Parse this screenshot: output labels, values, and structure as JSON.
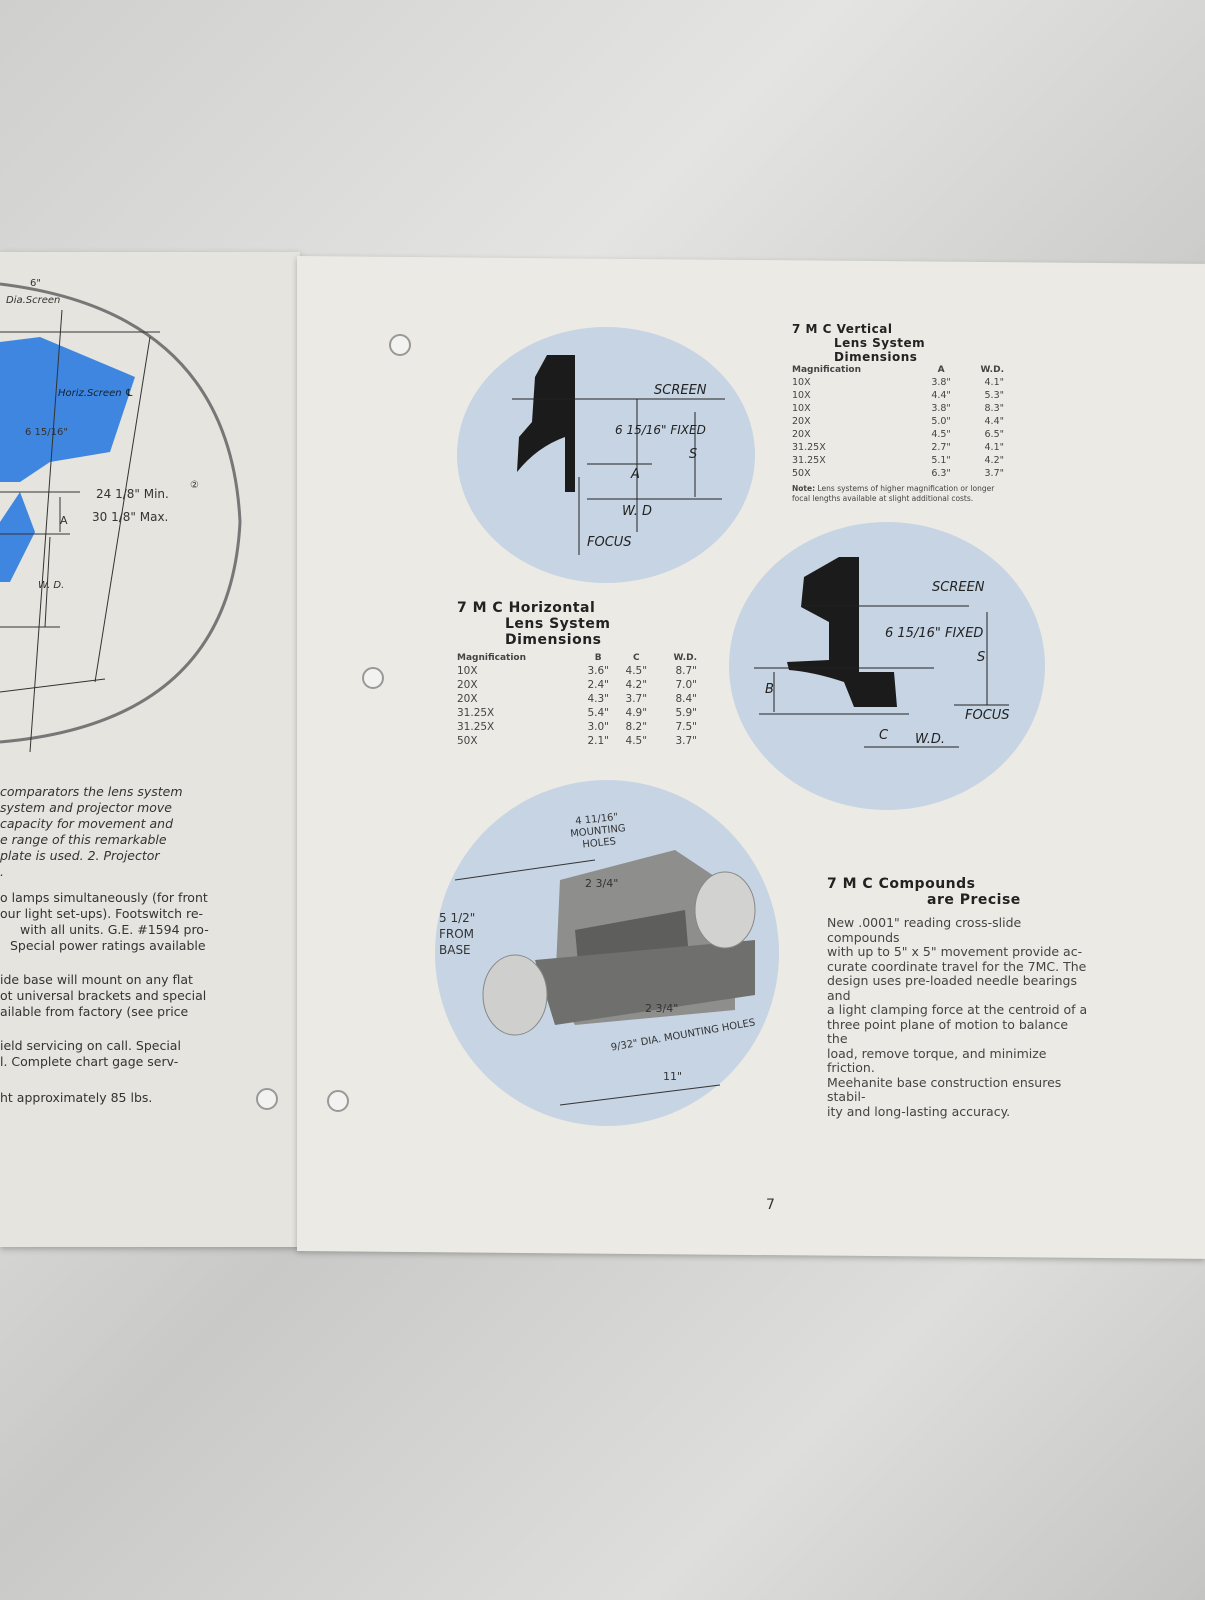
{
  "left_page": {
    "diagram_labels": {
      "dia_screen_value": "6\"",
      "dia_screen": "Dia.Screen",
      "horiz_screen": "Horiz.Screen ℄",
      "fixed": "6 15/16\"",
      "height_min": "24 1/8\" Min.",
      "min_note": "②",
      "height_max": "30 1/8\" Max.",
      "a": "A",
      "wd": "W. D."
    },
    "paragraphs": [
      [
        "comparators the lens system",
        "system and projector move",
        "capacity for movement and",
        "e range of this remarkable",
        "plate is used.  2.  Projector",
        "."
      ],
      [
        "o lamps simultaneously (for front",
        "our light set-ups).  Footswitch re-",
        "with all units.  G.E. #1594 pro-",
        "Special power ratings available"
      ],
      [
        "ide base will mount on any flat",
        "ot universal brackets and special",
        "ailable from factory (see price"
      ],
      [
        "ield servicing on call.  Special",
        "l.  Complete chart gage serv-"
      ],
      [
        "ht approximately 85 lbs."
      ]
    ]
  },
  "vertical_diagram": {
    "screen": "SCREEN",
    "fixed": "6 15/16\" FIXED",
    "s": "S",
    "a": "A",
    "wd": "W. D",
    "focus": "FOCUS"
  },
  "vertical_table": {
    "title_line1": "7 M C  Vertical",
    "title_line2": "Lens  System  Dimensions",
    "headers": [
      "Magnification",
      "A",
      "W.D."
    ],
    "rows": [
      [
        "10X",
        "3.8\"",
        "4.1\""
      ],
      [
        "10X",
        "4.4\"",
        "5.3\""
      ],
      [
        "10X",
        "3.8\"",
        "8.3\""
      ],
      [
        "20X",
        "5.0\"",
        "4.4\""
      ],
      [
        "20X",
        "4.5\"",
        "6.5\""
      ],
      [
        "31.25X",
        "2.7\"",
        "4.1\""
      ],
      [
        "31.25X",
        "5.1\"",
        "4.2\""
      ],
      [
        "50X",
        "6.3\"",
        "3.7\""
      ]
    ],
    "note_label": "Note:",
    "note": "Lens systems of higher magnification or longer focal lengths available at slight additional costs."
  },
  "horizontal_table": {
    "title_line1": "7 M C  Horizontal",
    "title_line2": "Lens  System  Dimensions",
    "headers": [
      "Magnification",
      "B",
      "C",
      "W.D."
    ],
    "rows": [
      [
        "10X",
        "3.6\"",
        "4.5\"",
        "8.7\""
      ],
      [
        "20X",
        "2.4\"",
        "4.2\"",
        "7.0\""
      ],
      [
        "20X",
        "4.3\"",
        "3.7\"",
        "8.4\""
      ],
      [
        "31.25X",
        "5.4\"",
        "4.9\"",
        "5.9\""
      ],
      [
        "31.25X",
        "3.0\"",
        "8.2\"",
        "7.5\""
      ],
      [
        "50X",
        "2.1\"",
        "4.5\"",
        "3.7\""
      ]
    ]
  },
  "horizontal_diagram": {
    "screen": "SCREEN",
    "fixed": "6 15/16\" FIXED",
    "s": "S",
    "b": "B",
    "c": "C",
    "wd": "W.D.",
    "focus": "FOCUS"
  },
  "compound_diagram": {
    "mounting_holes_top": "4 11/16\" MOUNTING HOLES",
    "inner": "2 3/4\"",
    "height": "5 1/2\" FROM BASE",
    "bottom_inner": "2 3/4\"",
    "mounting_holes_bottom": "9/32\" DIA. MOUNTING HOLES",
    "length": "11\""
  },
  "compounds": {
    "title_line1": "7 M C  Compounds",
    "title_line2": "are  Precise",
    "lines": [
      "New .0001\" reading cross-slide compounds",
      "with up to 5\" x 5\" movement provide ac-",
      "curate coordinate travel for the 7MC. The",
      "design uses pre-loaded needle bearings and",
      "a light clamping force at the centroid of a",
      "three point plane of motion to balance the",
      "load, remove torque, and minimize friction.",
      "Meehanite base construction ensures stabil-",
      "ity and long-lasting accuracy."
    ]
  },
  "page_number": "7"
}
